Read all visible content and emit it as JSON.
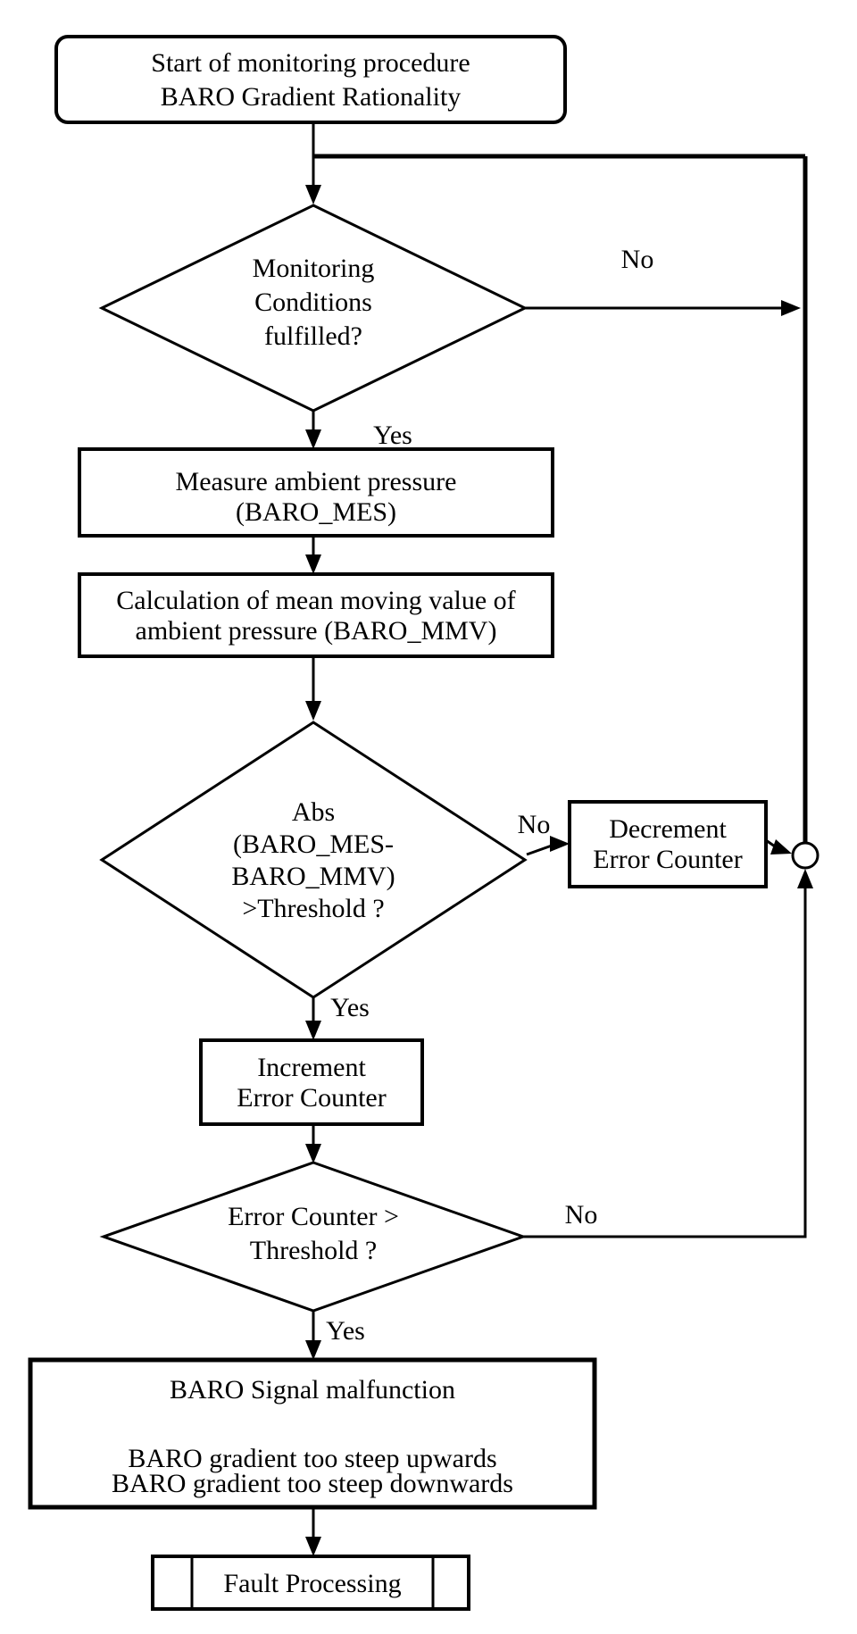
{
  "flowchart": {
    "colors": {
      "background": "#ffffff",
      "line": "#000000",
      "text": "#000000"
    },
    "start": {
      "line1": "Start of monitoring procedure",
      "line2": "BARO Gradient Rationality"
    },
    "decision_monitoring": {
      "line1": "Monitoring",
      "line2": "Conditions",
      "line3": "fulfilled?",
      "no_label": "No",
      "yes_label": "Yes"
    },
    "process_measure": {
      "line1": "Measure ambient pressure",
      "line2": "(BARO_MES)"
    },
    "process_calculation": {
      "line1": "Calculation of mean moving value of",
      "line2": "ambient pressure (BARO_MMV)"
    },
    "decision_abs": {
      "line1": "Abs",
      "line2": "(BARO_MES-",
      "line3": "BARO_MMV)",
      "line4": ">Threshold ?",
      "no_label": "No",
      "yes_label": "Yes"
    },
    "process_decrement": {
      "line1": "Decrement",
      "line2": "Error Counter"
    },
    "process_increment": {
      "line1": "Increment",
      "line2": "Error Counter"
    },
    "decision_error_counter": {
      "line1": "Error Counter >",
      "line2": "Threshold ?",
      "no_label": "No",
      "yes_label": "Yes"
    },
    "process_malfunction": {
      "line1": "BARO Signal malfunction",
      "line2": "BARO gradient too steep upwards",
      "line3": "BARO gradient too steep downwards"
    },
    "fault": {
      "label": "Fault Processing"
    }
  }
}
